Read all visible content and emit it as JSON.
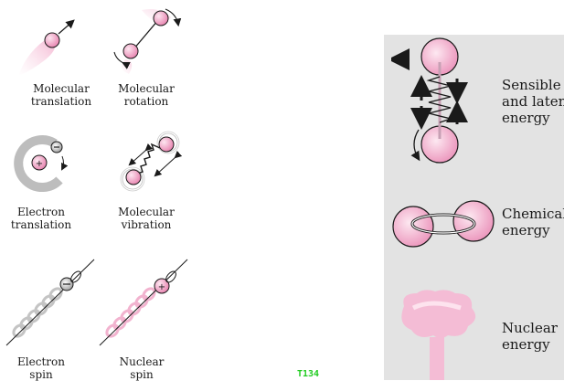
{
  "left_panel": {
    "items": [
      {
        "lines": [
          "Molecular",
          "translation"
        ]
      },
      {
        "lines": [
          "Molecular",
          "rotation"
        ]
      },
      {
        "lines": [
          "Electron",
          "translation"
        ]
      },
      {
        "lines": [
          "Molecular",
          "vibration"
        ]
      },
      {
        "lines": [
          "Electron",
          "spin"
        ]
      },
      {
        "lines": [
          "Nuclear",
          "spin"
        ]
      }
    ]
  },
  "right_panel": {
    "items": [
      {
        "lines": [
          "Sensible",
          "and latent",
          "energy"
        ]
      },
      {
        "lines": [
          "Chemical",
          "energy"
        ]
      },
      {
        "lines": [
          "Nuclear",
          "energy"
        ]
      }
    ]
  },
  "tag": "T134",
  "colors": {
    "pink": "#f2a7c8",
    "pink_light": "#f9d3e3",
    "panel": "#e3e3e3",
    "tag": "#22cc22"
  }
}
